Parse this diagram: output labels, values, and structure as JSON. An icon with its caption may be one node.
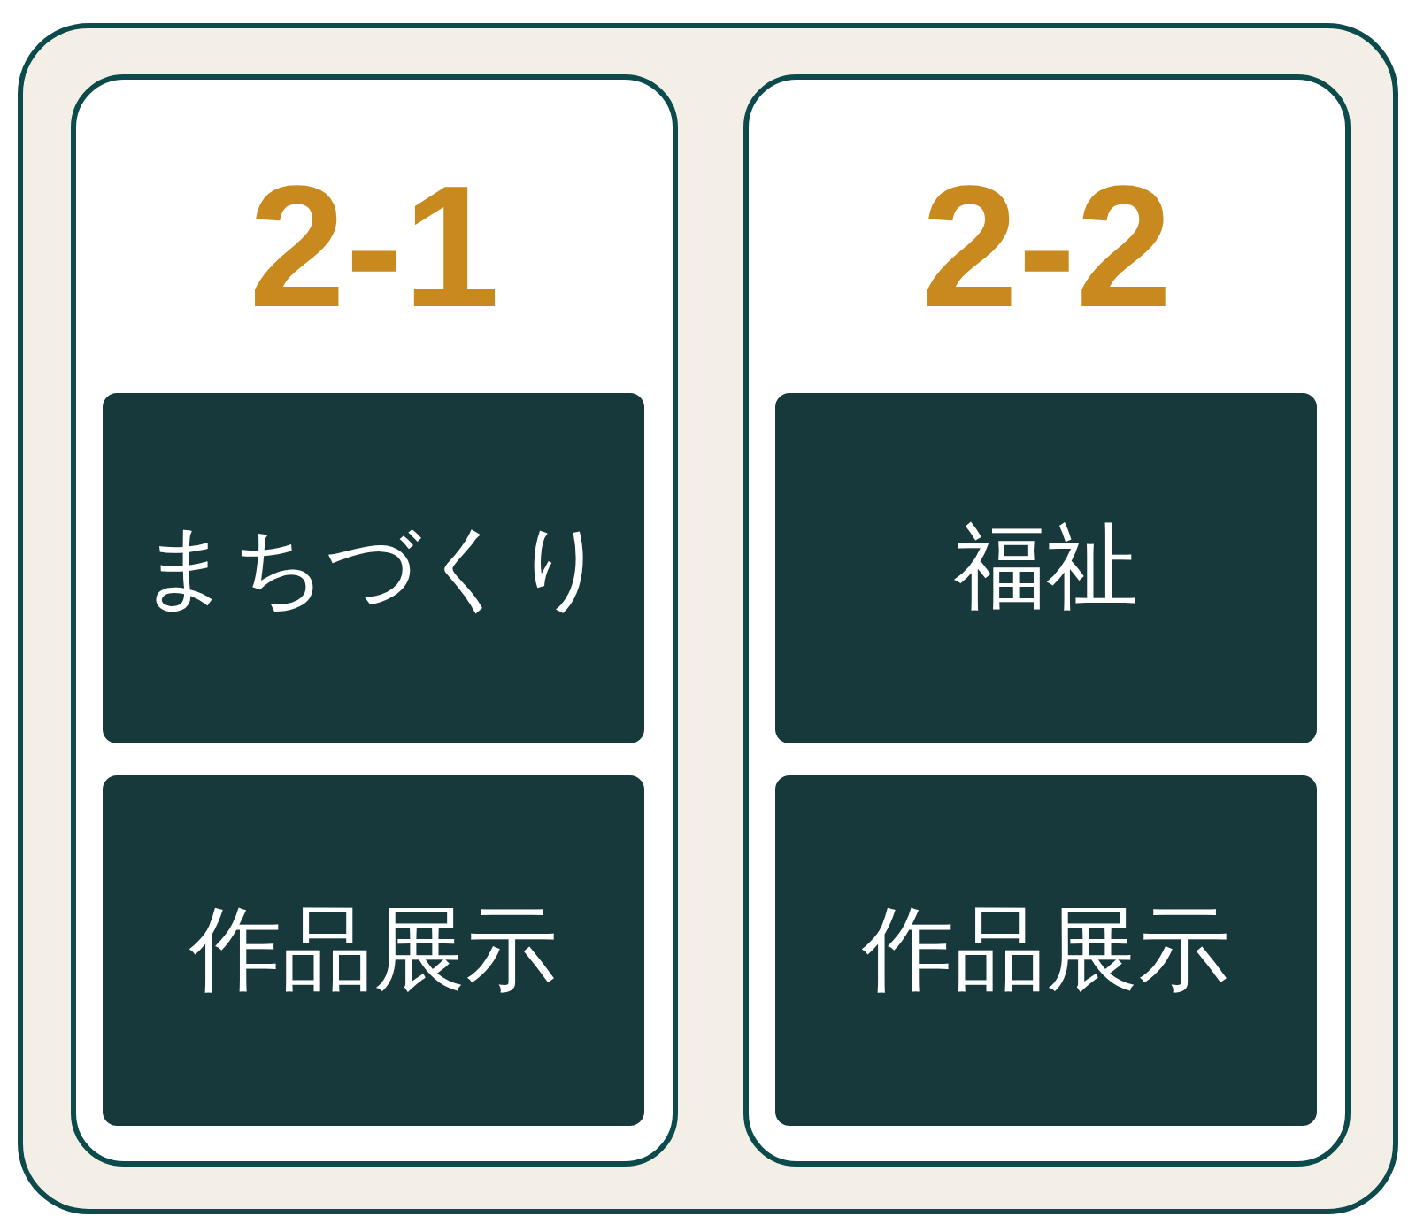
{
  "diagram": {
    "nodes": [
      {
        "text": [],
        "shape": "box"
      },
      {
        "text": [
          "2-1"
        ],
        "in": 0
      },
      {
        "text": [
          "まちづくり"
        ],
        "in": 1
      },
      {
        "text": [
          "作品展示"
        ],
        "in": 1
      },
      {
        "text": [
          "2-2"
        ],
        "in": 0
      },
      {
        "text": [
          "福祉"
        ],
        "in": 4
      },
      {
        "text": [
          "作品展示"
        ],
        "in": 4
      }
    ]
  }
}
